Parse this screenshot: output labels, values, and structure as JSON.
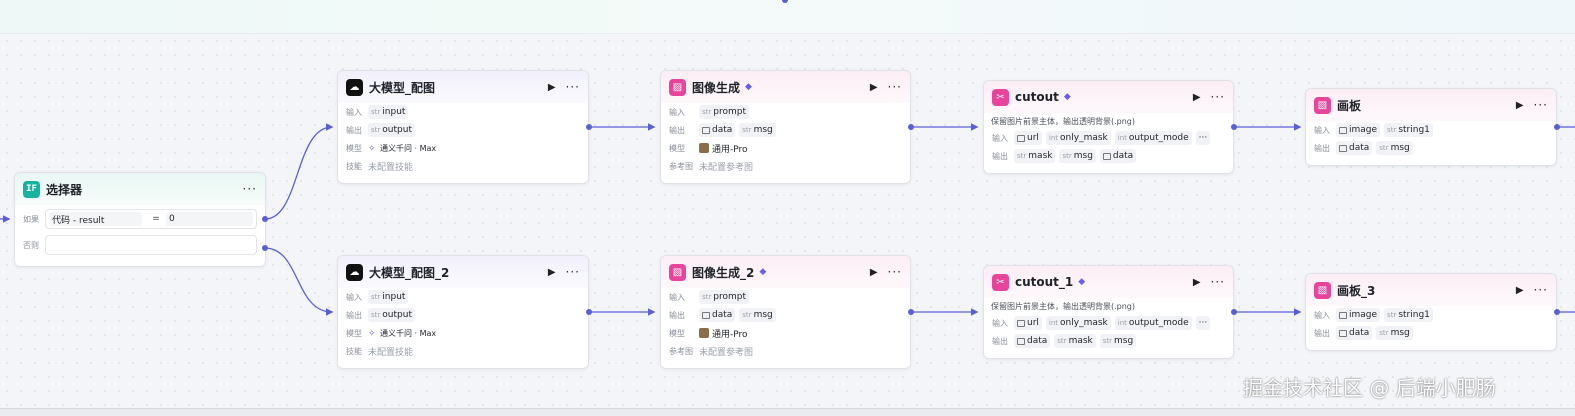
{
  "selector": {
    "title": "选择器",
    "if_label": "如果",
    "cond_left": "代码 - result",
    "cond_op": "=",
    "cond_right": "0",
    "else_label": "否则"
  },
  "llm1": {
    "title": "大模型_配图",
    "in_label": "输入",
    "in_type": "str",
    "in_name": "input",
    "out_label": "输出",
    "out_type": "str",
    "out_name": "output",
    "model_label": "模型",
    "model_name": "通义千问 · Max",
    "skill_label": "技能",
    "skill_value": "未配置技能"
  },
  "llm2": {
    "title": "大模型_配图_2",
    "in_label": "输入",
    "in_type": "str",
    "in_name": "input",
    "out_label": "输出",
    "out_type": "str",
    "out_name": "output",
    "model_label": "模型",
    "model_name": "通义千问 · Max",
    "skill_label": "技能",
    "skill_value": "未配置技能"
  },
  "img1": {
    "title": "图像生成",
    "in_label": "输入",
    "in_type": "str",
    "in_name": "prompt",
    "out_label": "输出",
    "out1": "data",
    "out2_type": "str",
    "out2": "msg",
    "model_label": "模型",
    "model_name": "通用-Pro",
    "ref_label": "参考图",
    "ref_value": "未配置参考图"
  },
  "img2": {
    "title": "图像生成_2",
    "in_label": "输入",
    "in_type": "str",
    "in_name": "prompt",
    "out_label": "输出",
    "out1": "data",
    "out2_type": "str",
    "out2": "msg",
    "model_label": "模型",
    "model_name": "通用-Pro",
    "ref_label": "参考图",
    "ref_value": "未配置参考图"
  },
  "cut1": {
    "title": "cutout",
    "desc": "保留图片前景主体，输出透明背景(.png)",
    "in_label": "输入",
    "in1": "url",
    "in2_type": "int",
    "in2": "only_mask",
    "in3_type": "int",
    "in3": "output_mode",
    "more": "···",
    "out_label": "输出",
    "out1_type": "str",
    "out1": "mask",
    "out2_type": "str",
    "out2": "msg",
    "out3": "data"
  },
  "cut2": {
    "title": "cutout_1",
    "desc": "保留图片前景主体，输出透明背景(.png)",
    "in_label": "输入",
    "in1": "url",
    "in2_type": "int",
    "in2": "only_mask",
    "in3_type": "int",
    "in3": "output_mode",
    "more": "···",
    "out_label": "输出",
    "out1": "data",
    "out2_type": "str",
    "out2": "mask",
    "out3_type": "str",
    "out3": "msg"
  },
  "board1": {
    "title": "画板",
    "in_label": "输入",
    "in1": "image",
    "in2_type": "str",
    "in2": "string1",
    "out_label": "输出",
    "out1": "data",
    "out2_type": "str",
    "out2": "msg"
  },
  "board2": {
    "title": "画板_3",
    "in_label": "输入",
    "in1": "image",
    "in2_type": "str",
    "in2": "string1",
    "out_label": "输出",
    "out1": "data",
    "out2_type": "str",
    "out2": "msg"
  },
  "ui": {
    "run_glyph": "▶",
    "more_glyph": "···",
    "gem_glyph": "◆",
    "if_icon": "IF"
  },
  "watermark": "掘金技术社区 @ 后端小肥肠",
  "colors": {
    "edge": "#5b5fd6",
    "accent_pink": "#e9449b",
    "accent_teal": "#16b3a0"
  }
}
